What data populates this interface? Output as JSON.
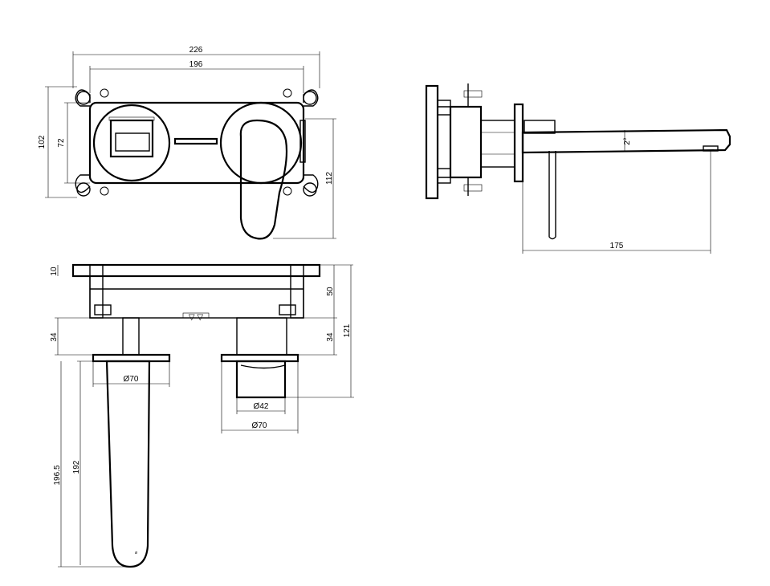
{
  "dimensions": {
    "front_overall_width": "226",
    "front_box_width": "196",
    "front_overall_height": "102",
    "front_box_height": "72",
    "front_handle_height": "112",
    "side_spout_angle": "2°",
    "side_spout_projection": "175",
    "top_plate_thickness": "10",
    "top_box_depth": "50",
    "top_trim_offset": "34",
    "top_total_depth": "121",
    "top_lever_offset": "34",
    "spout_flange_dia": "Ø70",
    "lever_body_dia": "Ø42",
    "lever_flange_dia": "Ø70",
    "spout_total_length": "196.5",
    "spout_length": "192"
  },
  "labels": {
    "valve_mark": "▽ ▽"
  }
}
